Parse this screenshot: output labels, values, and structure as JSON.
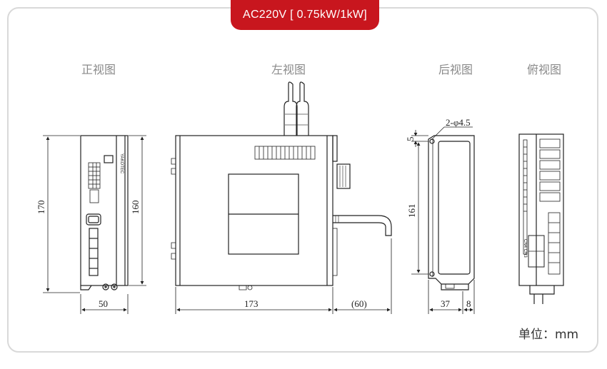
{
  "header": {
    "spec": "AC220V [ 0.75kW/1kW]"
  },
  "views": {
    "front": "正视图",
    "left": "左视图",
    "rear": "后视图",
    "top": "俯视图"
  },
  "dimensions": {
    "front_height_total": "170",
    "front_height_body": "160",
    "front_width": "50",
    "left_width": "173",
    "left_cable": "(60)",
    "rear_hole": "2-φ4.5",
    "rear_top_offset": "5",
    "rear_height": "161",
    "rear_width": "37",
    "rear_flange": "8"
  },
  "footer": {
    "unit": "单位：mm"
  },
  "colors": {
    "accent": "#c8161e",
    "line": "#222222",
    "label": "#8a8a8a"
  }
}
